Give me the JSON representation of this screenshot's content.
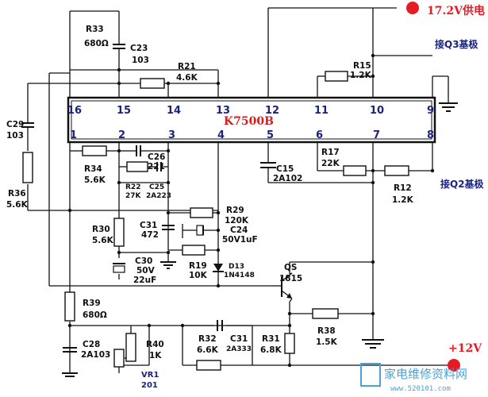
{
  "ic": {
    "name": "K7500B",
    "pins_top": [
      "16",
      "15",
      "14",
      "13",
      "12",
      "11",
      "10",
      "9"
    ],
    "pins_bottom": [
      "1",
      "2",
      "3",
      "4",
      "5",
      "6",
      "7",
      "8"
    ]
  },
  "annotations": {
    "supply_top": "17.2V供电",
    "to_q3": "接Q3基极",
    "to_q2": "接Q2基极",
    "supply_bottom": "+12V"
  },
  "components": {
    "r33": {
      "ref": "R33",
      "value": "680Ω"
    },
    "c23": {
      "ref": "C23",
      "value": "103"
    },
    "r21": {
      "ref": "R21",
      "value": "4.6K"
    },
    "r15": {
      "ref": "R15",
      "value": "1.2K"
    },
    "c29": {
      "ref": "C29",
      "value": "103"
    },
    "r34": {
      "ref": "R34",
      "value": "5.6K"
    },
    "c26": {
      "ref": "C26",
      "value": "221"
    },
    "r22": {
      "ref": "R22",
      "value": "27K"
    },
    "c25": {
      "ref": "C25",
      "value": "2A223"
    },
    "r36": {
      "ref": "R36",
      "value": "5.6K"
    },
    "c15": {
      "ref": "C15",
      "value": "2A102"
    },
    "r17": {
      "ref": "R17",
      "value": "22K"
    },
    "r12": {
      "ref": "R12",
      "value": "1.2K"
    },
    "r29": {
      "ref": "R29",
      "value": "120K"
    },
    "c24": {
      "ref": "C24",
      "value": "50V1uF"
    },
    "c31a": {
      "ref": "C31",
      "value": "472"
    },
    "r30": {
      "ref": "R30",
      "value": "5.6K"
    },
    "c30": {
      "ref": "C30",
      "value_line1": "50V",
      "value_line2": "22uF"
    },
    "r19": {
      "ref": "R19",
      "value": "10K"
    },
    "d13": {
      "ref": "D13",
      "value": "1N4148"
    },
    "qs": {
      "ref": "QS",
      "value": "1815"
    },
    "r39": {
      "ref": "R39",
      "value": "680Ω"
    },
    "c28": {
      "ref": "C28",
      "value": "2A103"
    },
    "r40": {
      "ref": "R40",
      "value": "1K"
    },
    "vr1": {
      "ref": "VR1",
      "value": "201"
    },
    "r32": {
      "ref": "R32",
      "value": "6.6K"
    },
    "c31b": {
      "ref": "C31",
      "value": "2A333"
    },
    "r31": {
      "ref": "R31",
      "value": "6.8K"
    },
    "r38": {
      "ref": "R38",
      "value": "1.5K"
    }
  },
  "watermark": {
    "text": "家电维修资料网",
    "url": "www.520101.com"
  },
  "colors": {
    "wire": "#111111",
    "ic_label": "#d81b1b",
    "pin_numbers": "#1a237e",
    "supply_markers": "#e51b23",
    "watermark": "#4aa3d8"
  }
}
